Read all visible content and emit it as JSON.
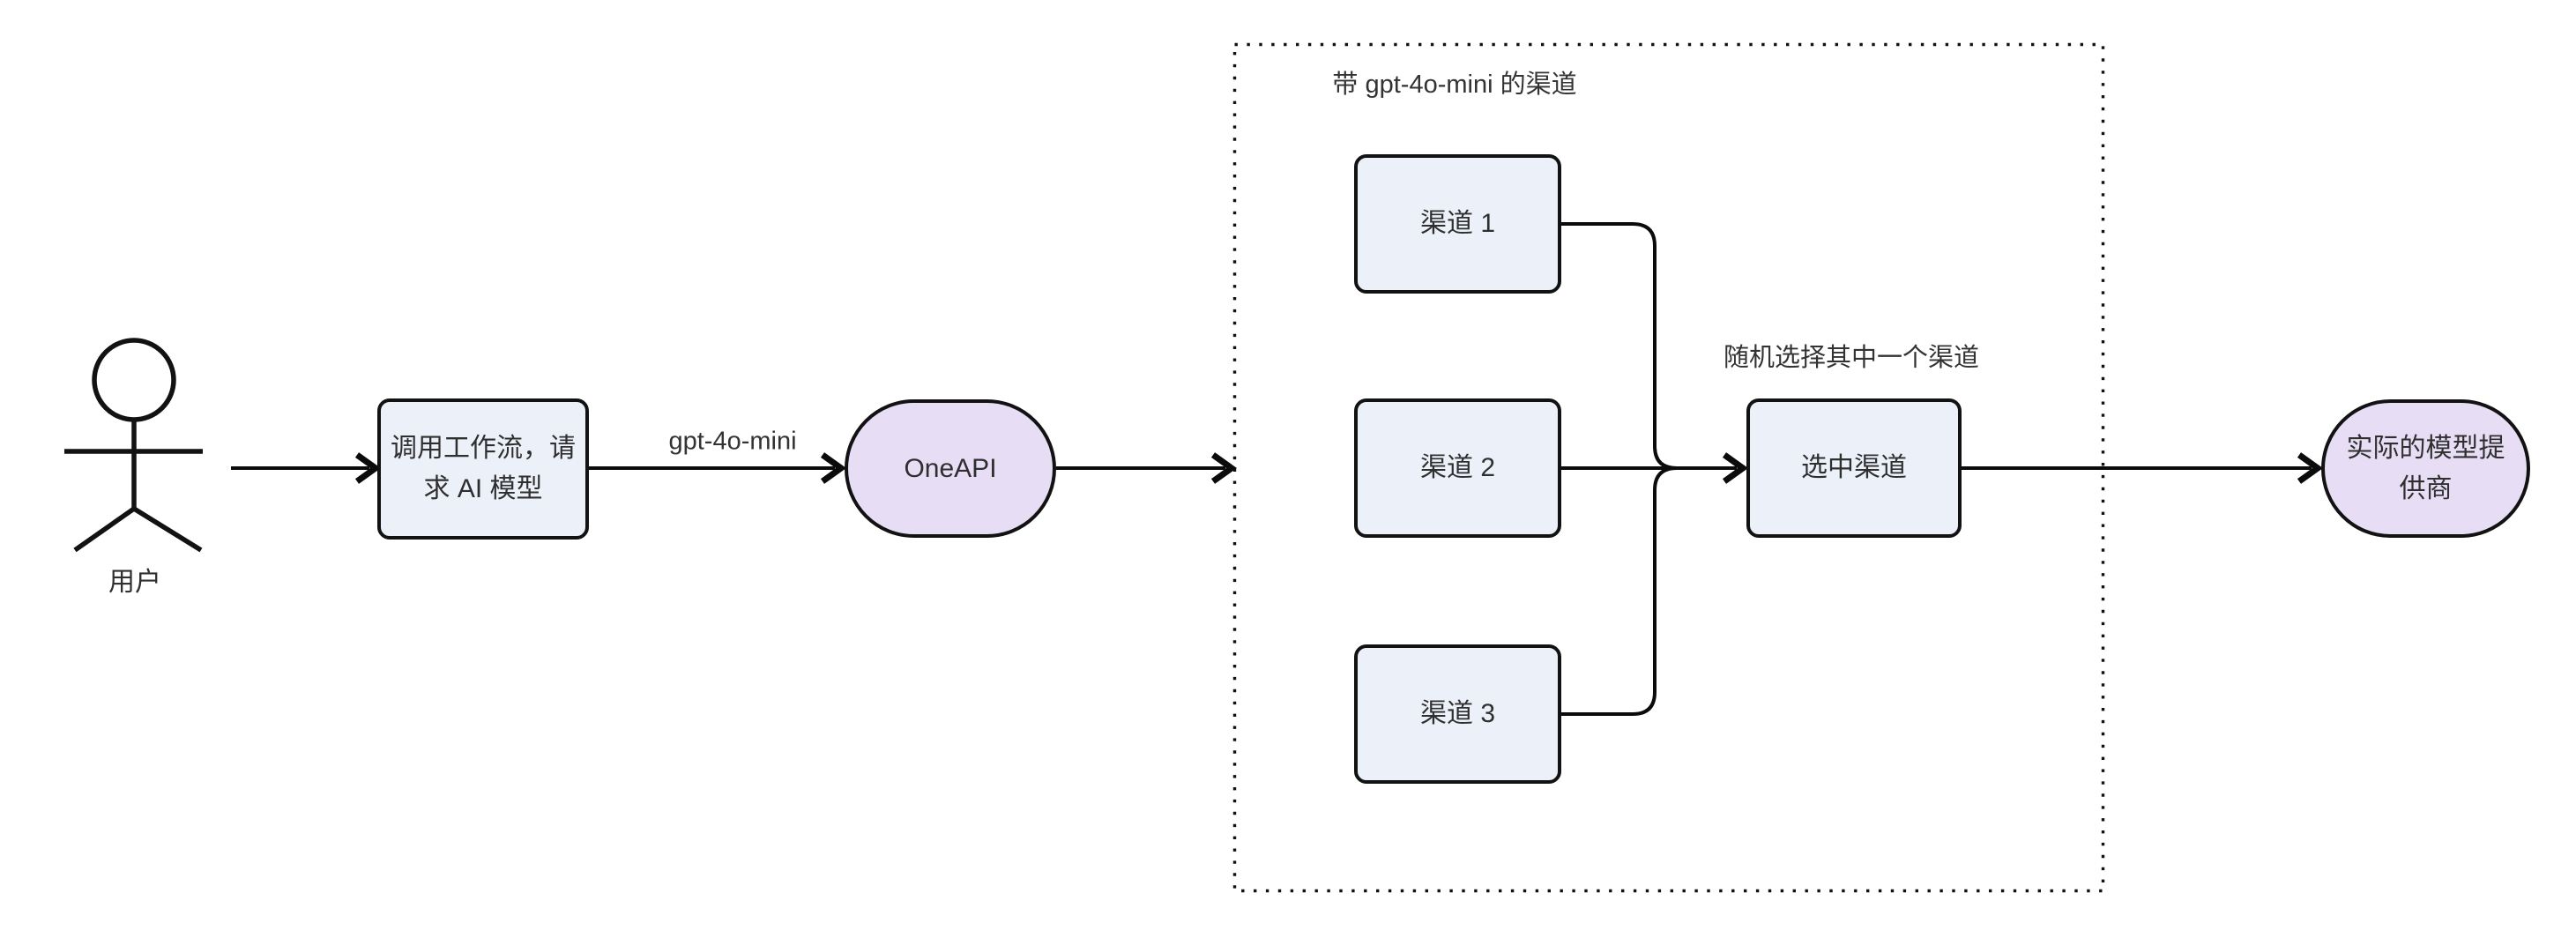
{
  "diagram": {
    "background": "#ffffff",
    "colors": {
      "node_fill": "#ECF0F9",
      "stadium_fill": "#E7DEF6",
      "node_border": "#121212",
      "edge_color": "#0b0b0b",
      "text_color": "#2f2f2f"
    },
    "actor": {
      "label": "用户"
    },
    "nodes": {
      "workflow": {
        "lines": [
          "调用工作流，请",
          "求 AI 模型"
        ]
      },
      "oneapi": {
        "label": "OneAPI"
      },
      "channel1": {
        "label": "渠道 1"
      },
      "channel2": {
        "label": "渠道 2"
      },
      "channel3": {
        "label": "渠道 3"
      },
      "selected": {
        "label": "选中渠道"
      },
      "provider": {
        "lines": [
          "实际的模型提",
          "供商"
        ]
      }
    },
    "subgraph": {
      "title": "带 gpt-4o-mini 的渠道"
    },
    "edge_labels": {
      "model": "gpt-4o-mini",
      "random_select": "随机选择其中一个渠道"
    }
  }
}
